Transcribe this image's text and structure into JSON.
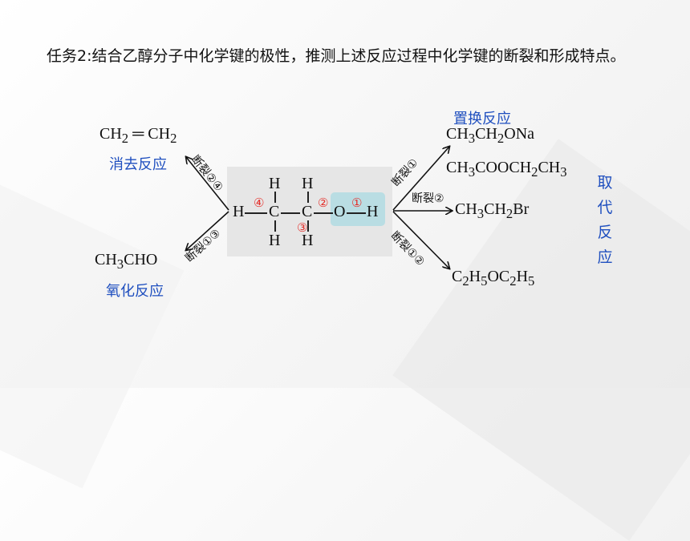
{
  "task_text": "任务2:结合乙醇分子中化学键的极性，推测上述反应过程中化学键的断裂和形成特点。",
  "molecule": {
    "atoms": {
      "h_left": "H",
      "c1": "C",
      "c2": "C",
      "o": "O",
      "h_right": "H",
      "h": "H"
    },
    "bond_numbers": [
      "①",
      "②",
      "③",
      "④"
    ]
  },
  "products": {
    "ethylene": {
      "base": "CH",
      "sub": "2",
      "bond": "═",
      "base2": "CH",
      "sub2": "2"
    },
    "acetaldehyde": {
      "p1": "CH",
      "s1": "3",
      "p2": "CHO"
    },
    "sodium_ethoxide": {
      "p1": "CH",
      "s1": "3",
      "p2": "CH",
      "s2": "2",
      "p3": "ONa"
    },
    "ethyl_acetate": {
      "p1": "CH",
      "s1": "3",
      "p2": "COOCH",
      "s2": "2",
      "p3": "CH",
      "s3": "3"
    },
    "bromoethane": {
      "p1": "CH",
      "s1": "3",
      "p2": "CH",
      "s2": "2",
      "p3": "Br"
    },
    "diethyl_ether": {
      "p1": "C",
      "s1": "2",
      "p2": "H",
      "s2": "5",
      "p3": "OC",
      "s3": "2",
      "p4": "H",
      "s4": "5"
    }
  },
  "reaction_labels": {
    "elimination": "消去反应",
    "oxidation": "氧化反应",
    "displacement": "置换反应",
    "substitution": "取\n代\n反\n应"
  },
  "break_labels": {
    "elimination": "断裂②④",
    "oxidation": "断裂①③",
    "displacement": "断裂①",
    "bromination": "断裂②",
    "etherification": "断裂①②"
  }
}
